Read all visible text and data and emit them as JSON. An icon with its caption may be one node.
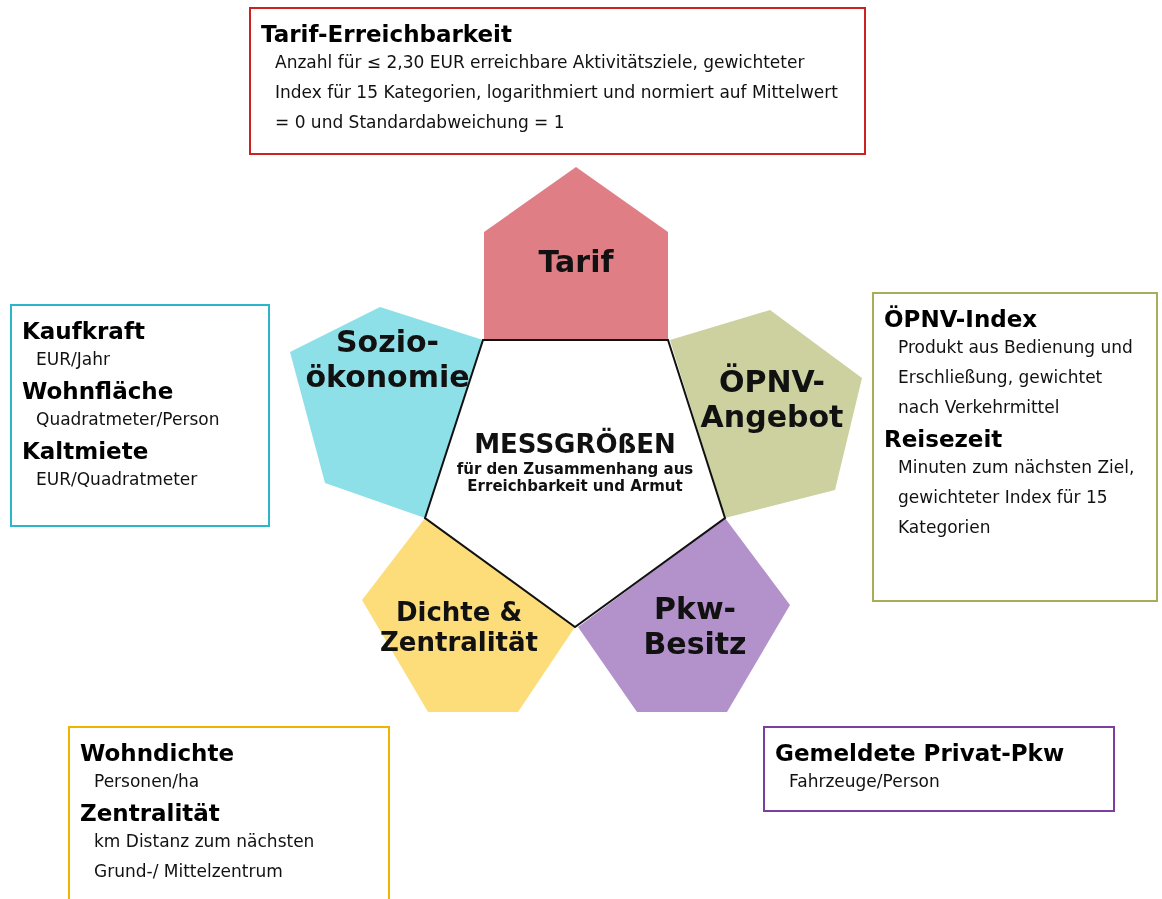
{
  "diagram": {
    "nodes": [
      {
        "text": [
          "MESSGRÖßEN",
          "für den Zusammenhang aus Erreichbarkeit und Armut"
        ]
      },
      {
        "text": [
          "Tarif"
        ]
      },
      {
        "text": [
          "ÖPNV- Angebot"
        ]
      },
      {
        "text": [
          "Pkw- Besitz"
        ]
      },
      {
        "text": [
          "Dichte & Zentralität"
        ]
      },
      {
        "text": [
          "Sozio- ökonomie"
        ]
      },
      {
        "text": [
          "Tarif-Erreichbarkeit",
          "Anzahl für ≤ 2,30 EUR erreichbare Aktivitätsziele, gewichteter Index für 15 Kategorien, logarithmiert und normiert auf Mittelwert = 0 und Standardabweichung = 1"
        ]
      },
      {
        "text": [
          "ÖPNV-Index",
          "Produkt aus Bedienung und Erschließung, gewichtet nach Verkehrmittel",
          "Reisezeit",
          "Minuten zum nächsten Ziel, gewichteter Index für 15 Kategorien"
        ]
      },
      {
        "text": [
          "Gemeldete Privat-Pkw",
          "Fahrzeuge/Person"
        ]
      },
      {
        "text": [
          "Wohndichte",
          "Personen/ha",
          "Zentralität",
          "km Distanz zum nächsten Grund-/ Mittelzentrum"
        ]
      },
      {
        "text": [
          "Kaufkraft",
          "EUR/Jahr",
          "Wohnfläche",
          "Quadratmeter/Person",
          "Kaltmiete",
          "EUR/Quadratmeter"
        ]
      }
    ]
  }
}
